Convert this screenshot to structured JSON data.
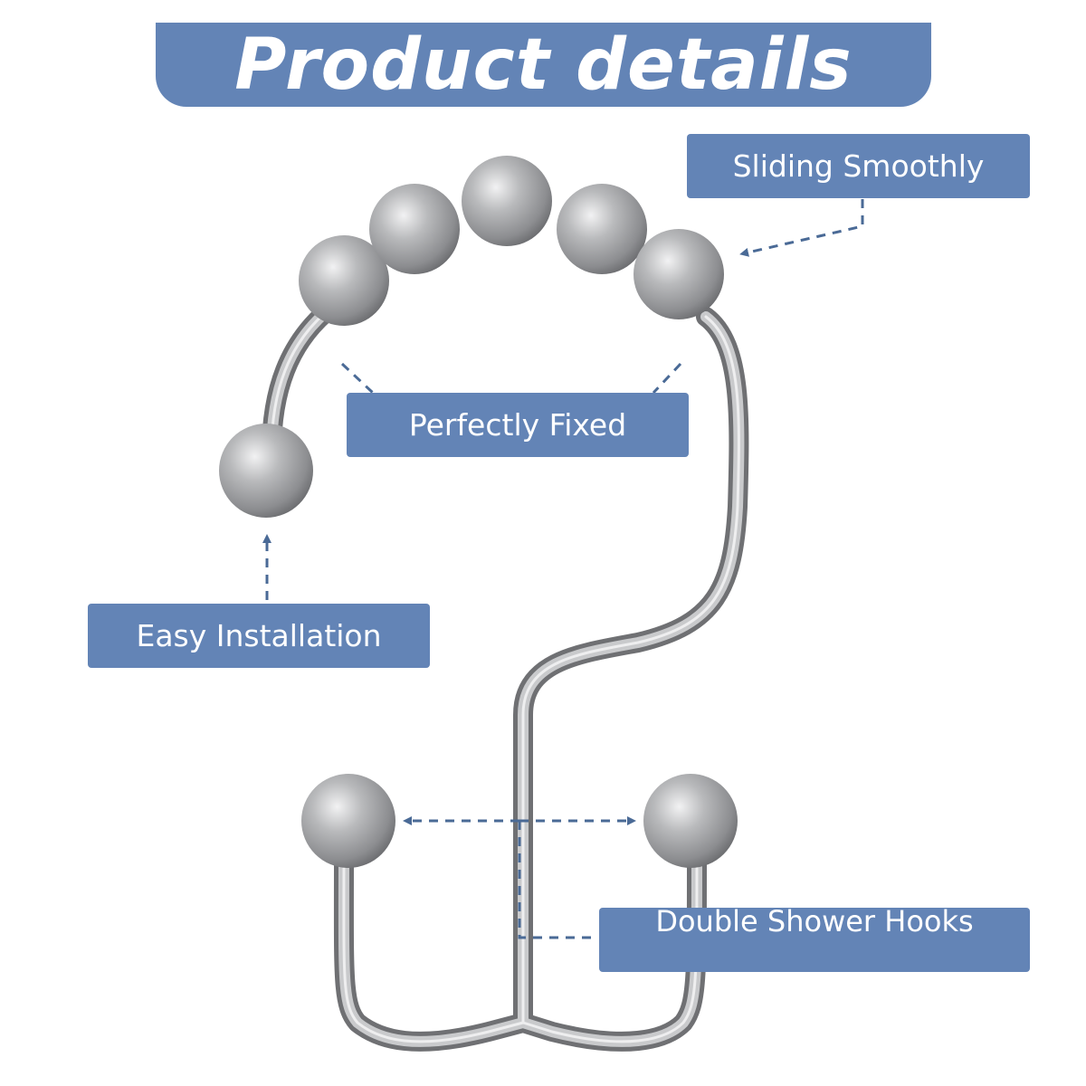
{
  "header": {
    "title": "Product details"
  },
  "labels": {
    "sliding": "Sliding Smoothly",
    "fixed": "Perfectly Fixed",
    "install": "Easy Installation",
    "double": "Double Shower Hooks"
  },
  "colors": {
    "accent": "#6384b6",
    "arrow": "#4a6a96",
    "metal": "#a8a9ab"
  }
}
